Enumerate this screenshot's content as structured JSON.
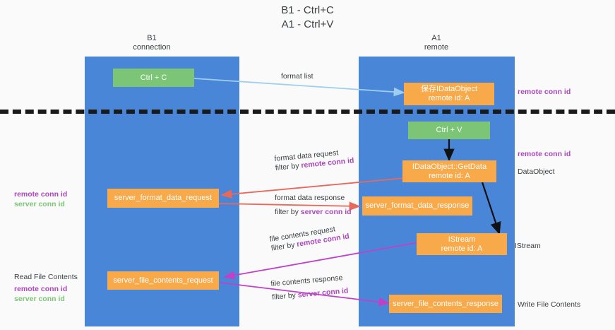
{
  "title": {
    "line1": "B1 - Ctrl+C",
    "line2": "A1 - Ctrl+V"
  },
  "columns": [
    {
      "name": "b1",
      "header_line1": "B1",
      "header_line2": "connection"
    },
    {
      "name": "a1",
      "header_line1": "A1",
      "header_line2": "remote"
    }
  ],
  "boxes": {
    "ctrl_c": "Ctrl + C",
    "ctrl_v": "Ctrl + V",
    "idataobject_l1": "保存IDataObject",
    "idataobject_l2": "remote id: A",
    "getdata_l1": "IDataObject::GetData",
    "getdata_l2": "remote id: A",
    "istream_l1": "IStream",
    "istream_l2": "remote id: A",
    "server_format_data_request": "server_format_data_request",
    "server_format_data_response": "server_format_data_response",
    "server_file_contents_request": "server_file_contents_request",
    "server_file_contents_response": "server_file_contents_response"
  },
  "edges": {
    "format_list": "format list",
    "format_data_request": "format data request",
    "format_data_request_filter_prefix": "filter by ",
    "format_data_request_filter_key": "remote conn id",
    "format_data_response": "format data response",
    "format_data_response_filter_prefix": "filter by ",
    "format_data_response_filter_key": "server conn id",
    "file_contents_request": "file contents request",
    "file_contents_request_filter_prefix": "filter by ",
    "file_contents_request_filter_key": "remote conn id",
    "file_contents_response": "file contents response",
    "file_contents_response_filter_prefix": "filter by ",
    "file_contents_response_filter_key": "server conn id"
  },
  "annotations": {
    "left_mid_remote": "remote conn id",
    "left_mid_server": "server conn id",
    "left_read_file_contents": "Read File Contents",
    "left_low_remote": "remote conn id",
    "left_low_server": "server conn id",
    "right_top_remote": "remote conn id",
    "right_mid_remote": "remote conn id",
    "right_dataobject": "DataObject",
    "right_istream": "IStream",
    "right_write_file_contents": "Write File Contents"
  },
  "colors": {
    "column_blue": "#4a86d8",
    "green_box": "#7cc576",
    "orange_box": "#f8a94a",
    "format_list_arrow": "#9ecdf0",
    "format_data_arrow": "#e8685a",
    "file_contents_arrow": "#c041c7",
    "black_arrow": "#000000",
    "purple_text": "#ab47bc",
    "green_text": "#7cc576"
  }
}
